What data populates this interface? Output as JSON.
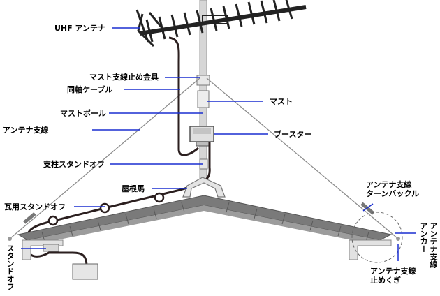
{
  "labels": {
    "uhf_antenna": "UHF アンテナ",
    "mast_clamp": "マスト支線止め金具",
    "coax_cable": "同軸ケーブル",
    "mast": "マスト",
    "mast_pole": "マストポール",
    "guy_wire": "アンテナ支線",
    "booster": "ブースター",
    "pole_standoff": "支柱スタンドオフ",
    "roof_saddle": "屋根馬",
    "tile_standoff": "瓦用スタンドオフ",
    "standoff": "スタンドオフ",
    "turnbuckle": "アンテナ支線\nターンバックル",
    "anchor_a": "アンテナ支線",
    "anchor_b": "アンカー",
    "guy_stake": "アンテナ支線\n止めくぎ"
  },
  "colors": {
    "label_line": "#1a2fd0",
    "cable": "#2b1f1f",
    "roof": "#7a7a7a",
    "roof_light": "#bdbdbd",
    "mast": "#cfcfcf"
  }
}
